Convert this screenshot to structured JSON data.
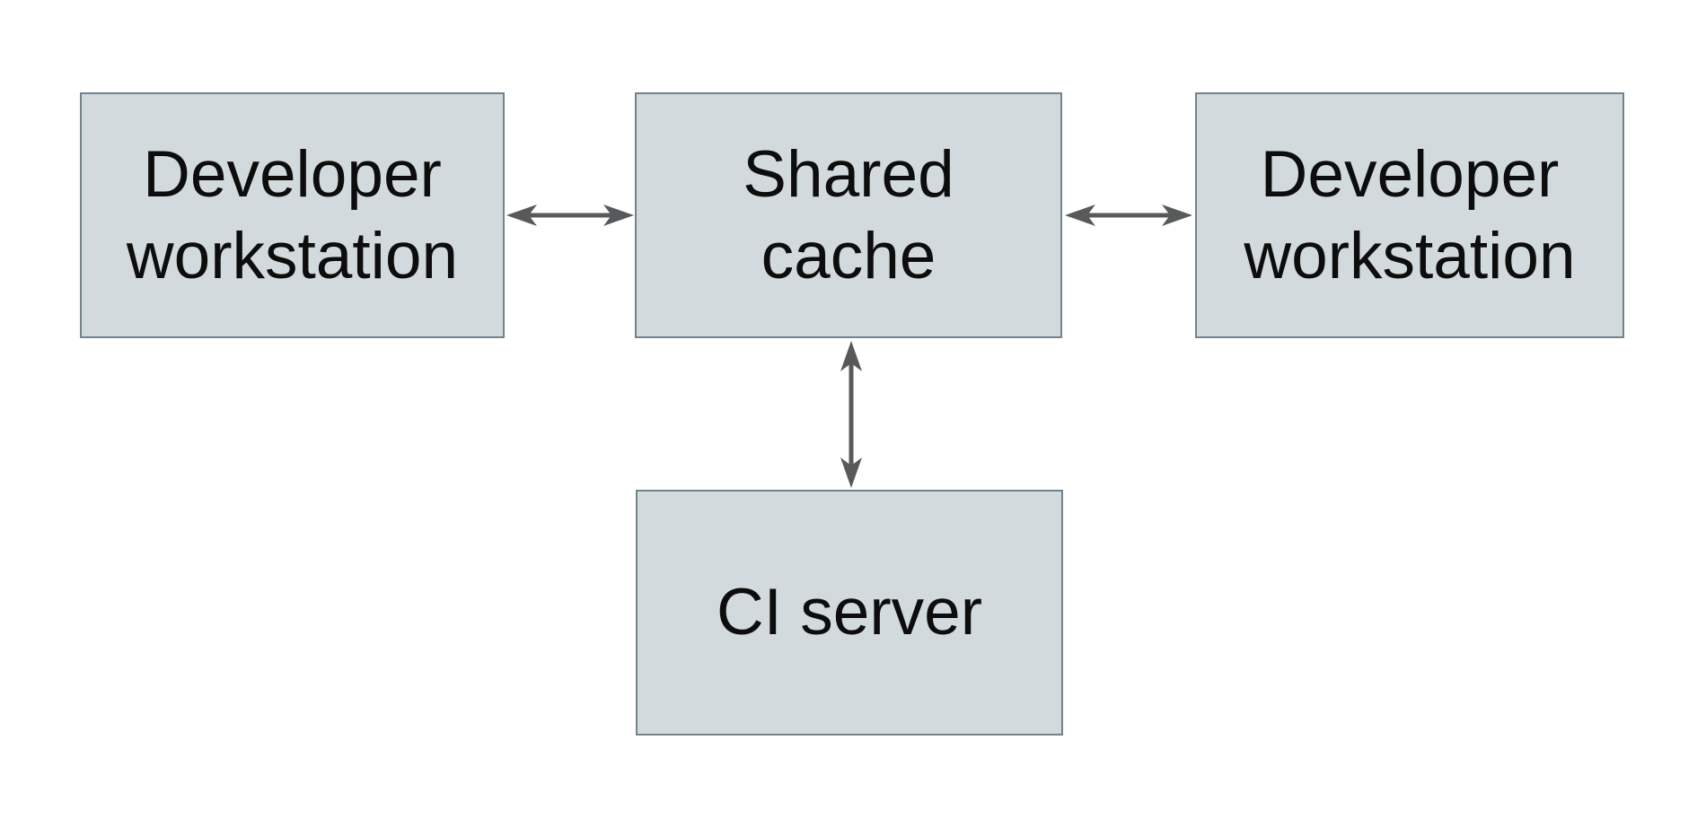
{
  "diagram": {
    "nodes": [
      {
        "id": "developer-workstation-left",
        "label": "Developer workstation"
      },
      {
        "id": "shared-cache",
        "label": "Shared cache"
      },
      {
        "id": "developer-workstation-right",
        "label": "Developer workstation"
      },
      {
        "id": "ci-server",
        "label": "CI server"
      }
    ],
    "edges": [
      {
        "from": "developer-workstation-left",
        "to": "shared-cache",
        "type": "bidirectional"
      },
      {
        "from": "shared-cache",
        "to": "developer-workstation-right",
        "type": "bidirectional"
      },
      {
        "from": "shared-cache",
        "to": "ci-server",
        "type": "bidirectional"
      }
    ]
  },
  "colors": {
    "background": "#ffffff",
    "box_fill": "#d3dade",
    "box_stroke": "#71838d",
    "arrow": "#58595b",
    "text": "#0d0d0d"
  }
}
